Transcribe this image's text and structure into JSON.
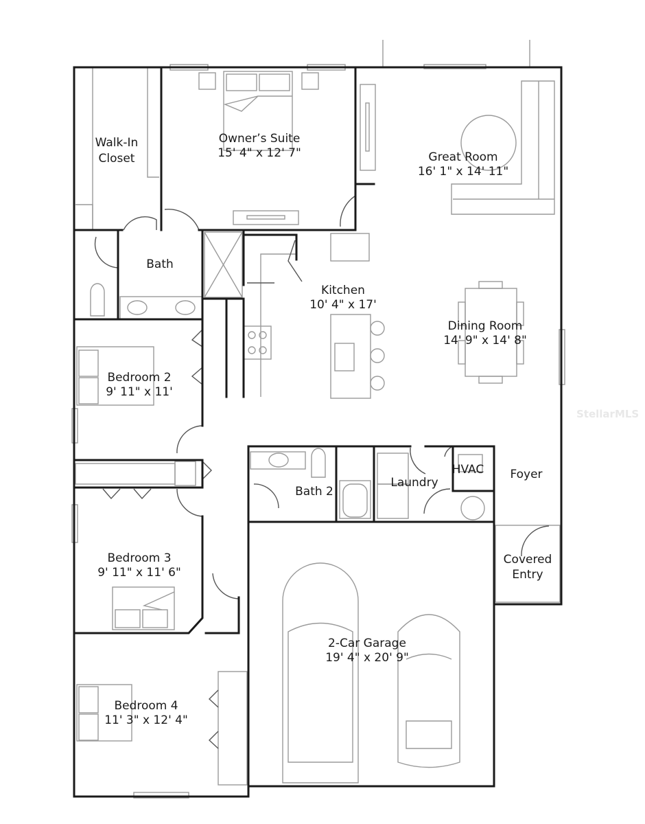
{
  "rooms": [
    {
      "name": "Walk-In",
      "name2": "Closet",
      "dims": ""
    },
    {
      "name": "Owner’s Suite",
      "dims": "15' 4\" x 12' 7\""
    },
    {
      "name": "Great Room",
      "dims": "16' 1\" x 14' 11\""
    },
    {
      "name": "Bath",
      "dims": ""
    },
    {
      "name": "Kitchen",
      "dims": "10' 4\" x 17'"
    },
    {
      "name": "Dining Room",
      "dims": "14' 9\" x 14' 8\""
    },
    {
      "name": "Bedroom 2",
      "dims": "9' 11\" x 11'"
    },
    {
      "name": "Bath 2",
      "dims": ""
    },
    {
      "name": "Laundry",
      "dims": ""
    },
    {
      "name": "HVAC",
      "dims": ""
    },
    {
      "name": "Foyer",
      "dims": ""
    },
    {
      "name": "Covered",
      "name2": "Entry",
      "dims": ""
    },
    {
      "name": "Bedroom 3",
      "dims": "9' 11\" x 11' 6\""
    },
    {
      "name": "2-Car Garage",
      "dims": "19' 4\" x 20' 9\""
    },
    {
      "name": "Bedroom 4",
      "dims": "11' 3\" x 12' 4\""
    }
  ],
  "watermark": "StellarMLS"
}
